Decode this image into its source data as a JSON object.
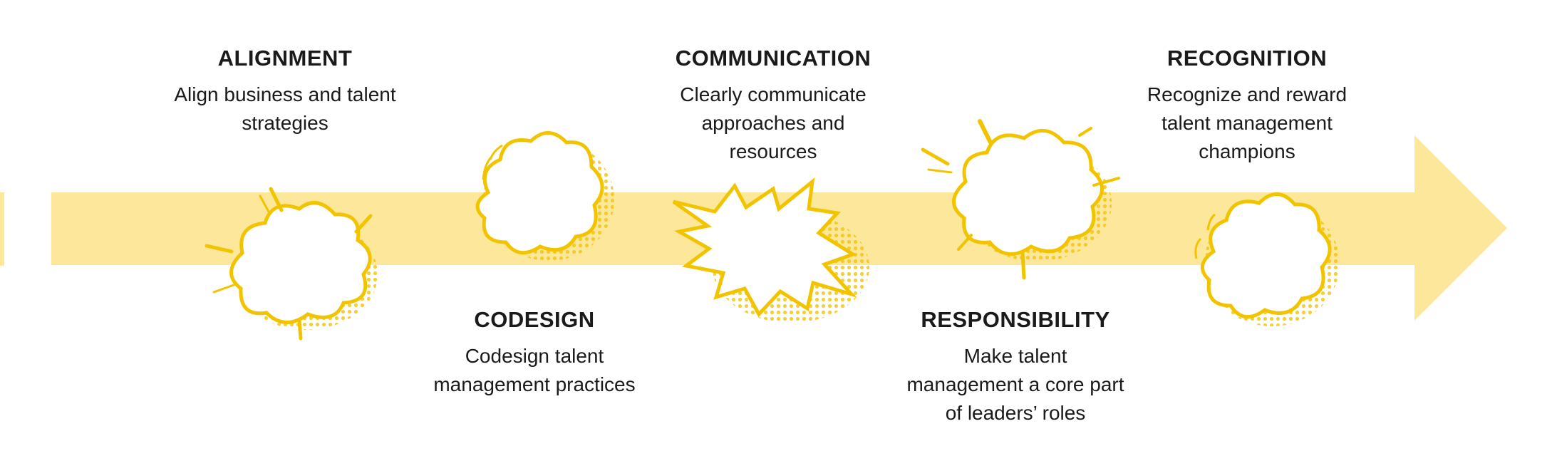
{
  "colors": {
    "arrow": "#fce79a",
    "burst_stroke": "#f2c400",
    "burst_dots": "#f3c614",
    "text": "#1a1a1a"
  },
  "steps": [
    {
      "title": "ALIGNMENT",
      "desc": [
        "Align business and talent",
        "strategies"
      ]
    },
    {
      "title": "CODESIGN",
      "desc": [
        "Codesign talent",
        "management practices"
      ]
    },
    {
      "title": "COMMUNICATION",
      "desc": [
        "Clearly communicate",
        "approaches and",
        "resources"
      ]
    },
    {
      "title": "RESPONSIBILITY",
      "desc": [
        "Make talent",
        "management a core part",
        "of leaders’ roles"
      ]
    },
    {
      "title": "RECOGNITION",
      "desc": [
        "Recognize and reward",
        "talent management",
        "champions"
      ]
    }
  ],
  "icons": [
    "cloud-burst-icon",
    "cloud-burst-icon",
    "spiky-burst-icon",
    "cloud-burst-icon",
    "cloud-burst-icon"
  ]
}
